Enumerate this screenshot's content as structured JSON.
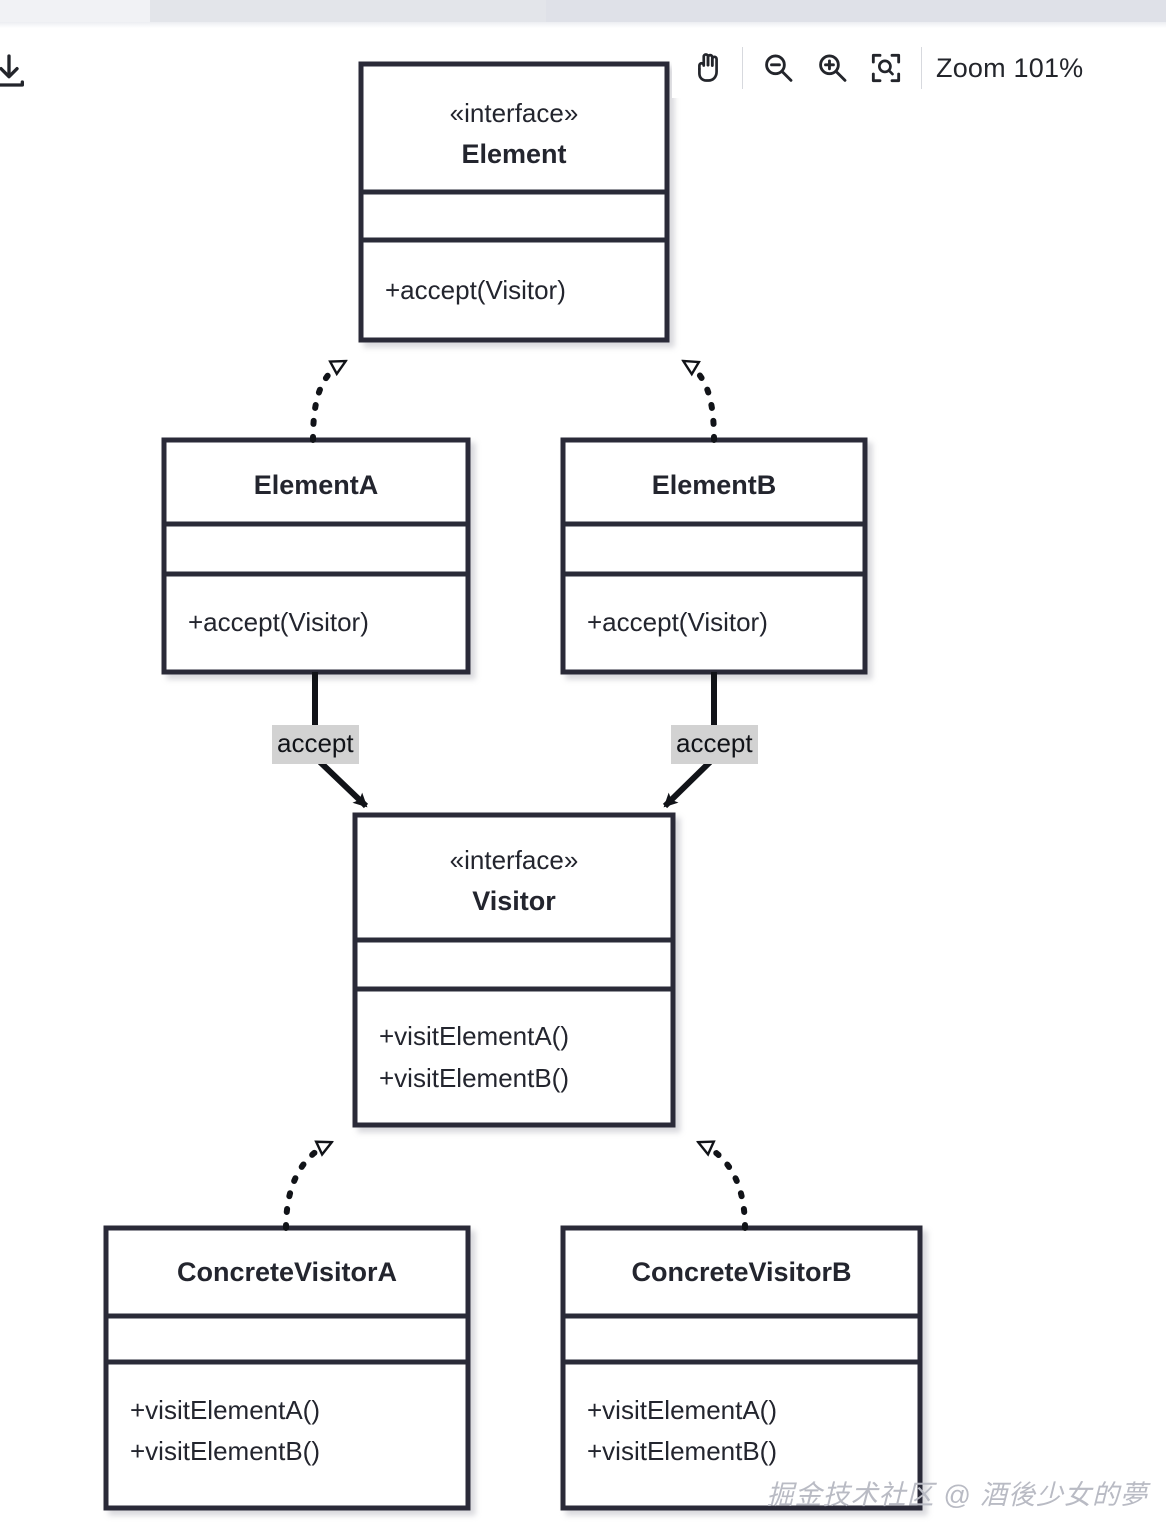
{
  "toolbar": {
    "download_icon": "download-icon",
    "pan_icon": "hand-pan-icon",
    "zoom_out_icon": "zoom-out-icon",
    "zoom_in_icon": "zoom-in-icon",
    "fit_icon": "fit-to-screen-icon",
    "zoom_label": "Zoom 101%"
  },
  "diagram": {
    "type": "uml-class-diagram",
    "pattern": "Visitor",
    "classes": [
      {
        "id": "element",
        "stereotype": "«interface»",
        "name": "Element",
        "attributes": [],
        "operations": [
          "+accept(Visitor)"
        ]
      },
      {
        "id": "elementA",
        "stereotype": "",
        "name": "ElementA",
        "attributes": [],
        "operations": [
          "+accept(Visitor)"
        ]
      },
      {
        "id": "elementB",
        "stereotype": "",
        "name": "ElementB",
        "attributes": [],
        "operations": [
          "+accept(Visitor)"
        ]
      },
      {
        "id": "visitor",
        "stereotype": "«interface»",
        "name": "Visitor",
        "attributes": [],
        "operations": [
          "+visitElementA()",
          "+visitElementB()"
        ]
      },
      {
        "id": "concreteVisitorA",
        "stereotype": "",
        "name": "ConcreteVisitorA",
        "attributes": [],
        "operations": [
          "+visitElementA()",
          "+visitElementB()"
        ]
      },
      {
        "id": "concreteVisitorB",
        "stereotype": "",
        "name": "ConcreteVisitorB",
        "attributes": [],
        "operations": [
          "+visitElementA()",
          "+visitElementB()"
        ]
      }
    ],
    "relations": [
      {
        "from": "elementA",
        "to": "element",
        "kind": "realization",
        "label": ""
      },
      {
        "from": "elementB",
        "to": "element",
        "kind": "realization",
        "label": ""
      },
      {
        "from": "elementA",
        "to": "visitor",
        "kind": "association",
        "label": "accept"
      },
      {
        "from": "elementB",
        "to": "visitor",
        "kind": "association",
        "label": "accept"
      },
      {
        "from": "concreteVisitorA",
        "to": "visitor",
        "kind": "realization",
        "label": ""
      },
      {
        "from": "concreteVisitorB",
        "to": "visitor",
        "kind": "realization",
        "label": ""
      }
    ],
    "edge_labels": {
      "accept_left": "accept",
      "accept_right": "accept"
    },
    "colors": {
      "stroke": "#2a2b38",
      "fill": "#ffffff",
      "text": "#23252e",
      "edge_label_bg": "#d2d2d2",
      "connector": "#111318"
    }
  },
  "watermark": {
    "text": "掘金技术社区 @ 酒後少女的夢"
  }
}
